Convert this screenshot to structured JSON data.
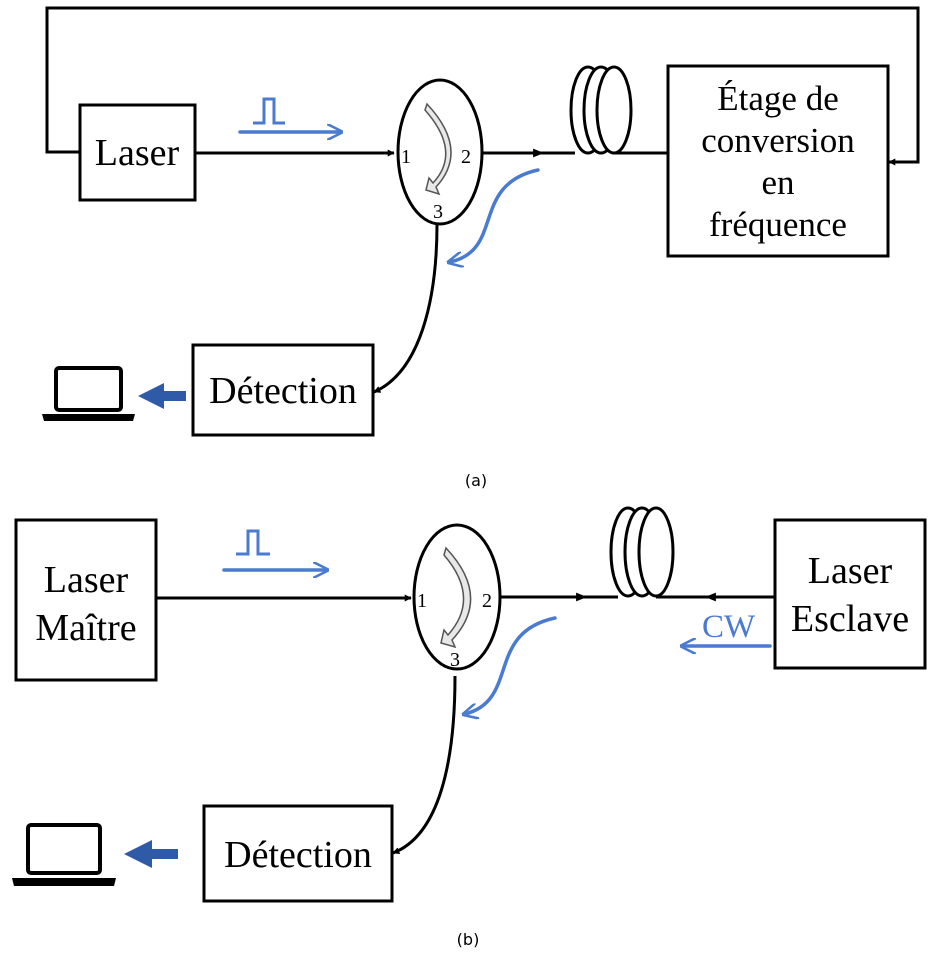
{
  "panel_a": {
    "caption": "(a)",
    "laser": "Laser",
    "converter": [
      "Étage de",
      "conversion",
      "en",
      "fréquence"
    ],
    "detection": "Détection",
    "ports": [
      "1",
      "2",
      "3"
    ]
  },
  "panel_b": {
    "caption": "(b)",
    "master_laser": [
      "Laser",
      "Maître"
    ],
    "slave_laser": [
      "Laser",
      "Esclave"
    ],
    "cw": "CW",
    "detection": "Détection",
    "ports": [
      "1",
      "2",
      "3"
    ]
  },
  "colors": {
    "line": "#000000",
    "signal": "#4a7bd0",
    "detector_arrow": "#2f5aa8"
  },
  "icons": [
    "laptop-icon",
    "fiber-coil-icon",
    "circulator-icon",
    "pulse-icon"
  ]
}
